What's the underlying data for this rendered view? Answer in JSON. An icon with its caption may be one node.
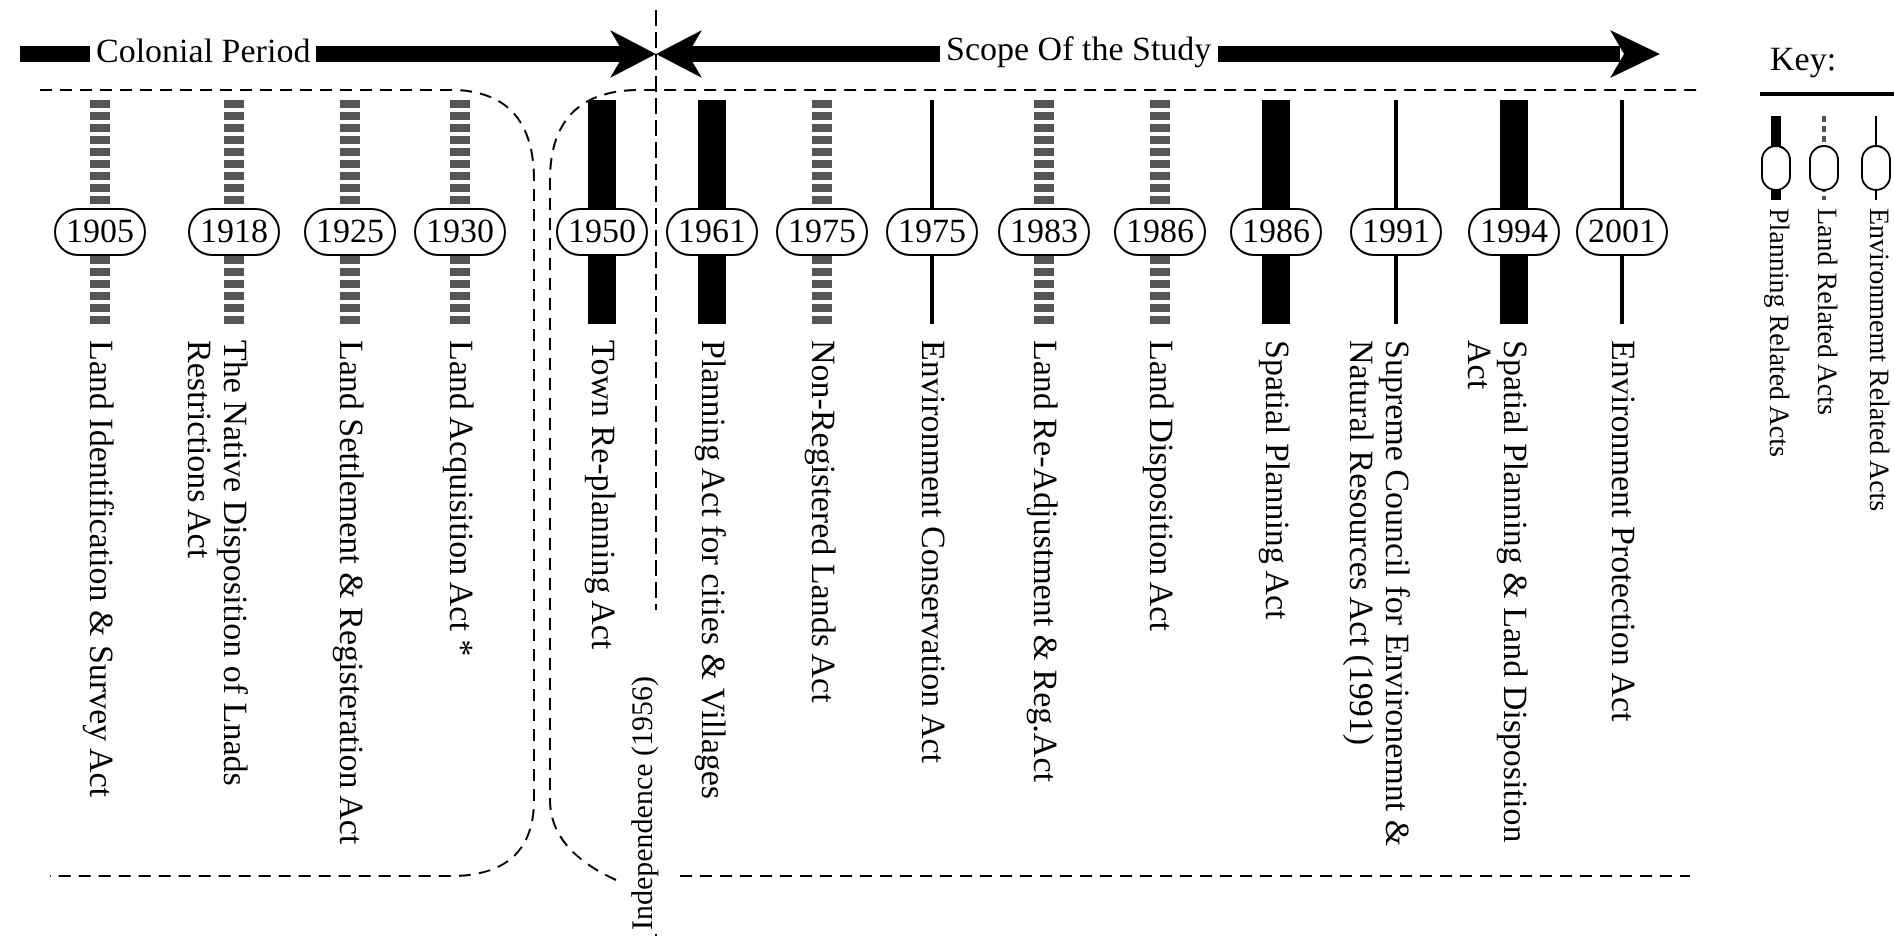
{
  "diagram": {
    "nodes": [
      {
        "text": [
          "1905"
        ],
        "beside": [
          "Land Identification & Survey Act"
        ]
      },
      {
        "text": [
          "1918"
        ],
        "beside": [
          "The Native Disposition of Lnads Restrictions Act"
        ]
      },
      {
        "text": [
          "1925"
        ],
        "beside": [
          "Land Settlement & Registeration Act"
        ]
      },
      {
        "text": [
          "1930"
        ],
        "beside": [
          "Land Acquisition  Act *"
        ]
      },
      {
        "text": [
          "1950"
        ],
        "beside": [
          "Town Re-planning Act"
        ]
      },
      {
        "text": [
          "1961"
        ],
        "beside": [
          "Planning Act for cities & Villages"
        ]
      },
      {
        "text": [
          "1975"
        ],
        "beside": [
          "Non-Registered Lands  Act"
        ]
      },
      {
        "text": [
          "1975"
        ],
        "beside": [
          "Environment Conservation Act"
        ]
      },
      {
        "text": [
          "1983"
        ],
        "beside": [
          "Land Re-Adjustment & Reg.Act"
        ]
      },
      {
        "text": [
          "1986"
        ],
        "beside": [
          "Land Disposition Act"
        ]
      },
      {
        "text": [
          "1986"
        ],
        "beside": [
          "Spatial Planning Act"
        ]
      },
      {
        "text": [
          "1991"
        ],
        "beside": [
          "Supreme Council for Environemnt & Natural Resources Act (1991)"
        ]
      },
      {
        "text": [
          "1994"
        ],
        "beside": [
          "Spatial Planning & Land Disposition Act"
        ]
      },
      {
        "text": [
          "2001"
        ],
        "beside": [
          "Environment Protection  Act"
        ]
      }
    ],
    "labels": [
      "Colonial Period",
      "Scope Of the Study",
      "Independence (1956)",
      "Key:"
    ],
    "legend": [
      {
        "text": "Planning Related Acts"
      },
      {
        "text": "Land Related Acts"
      },
      {
        "text": "Environmemt Related Acts"
      }
    ]
  }
}
